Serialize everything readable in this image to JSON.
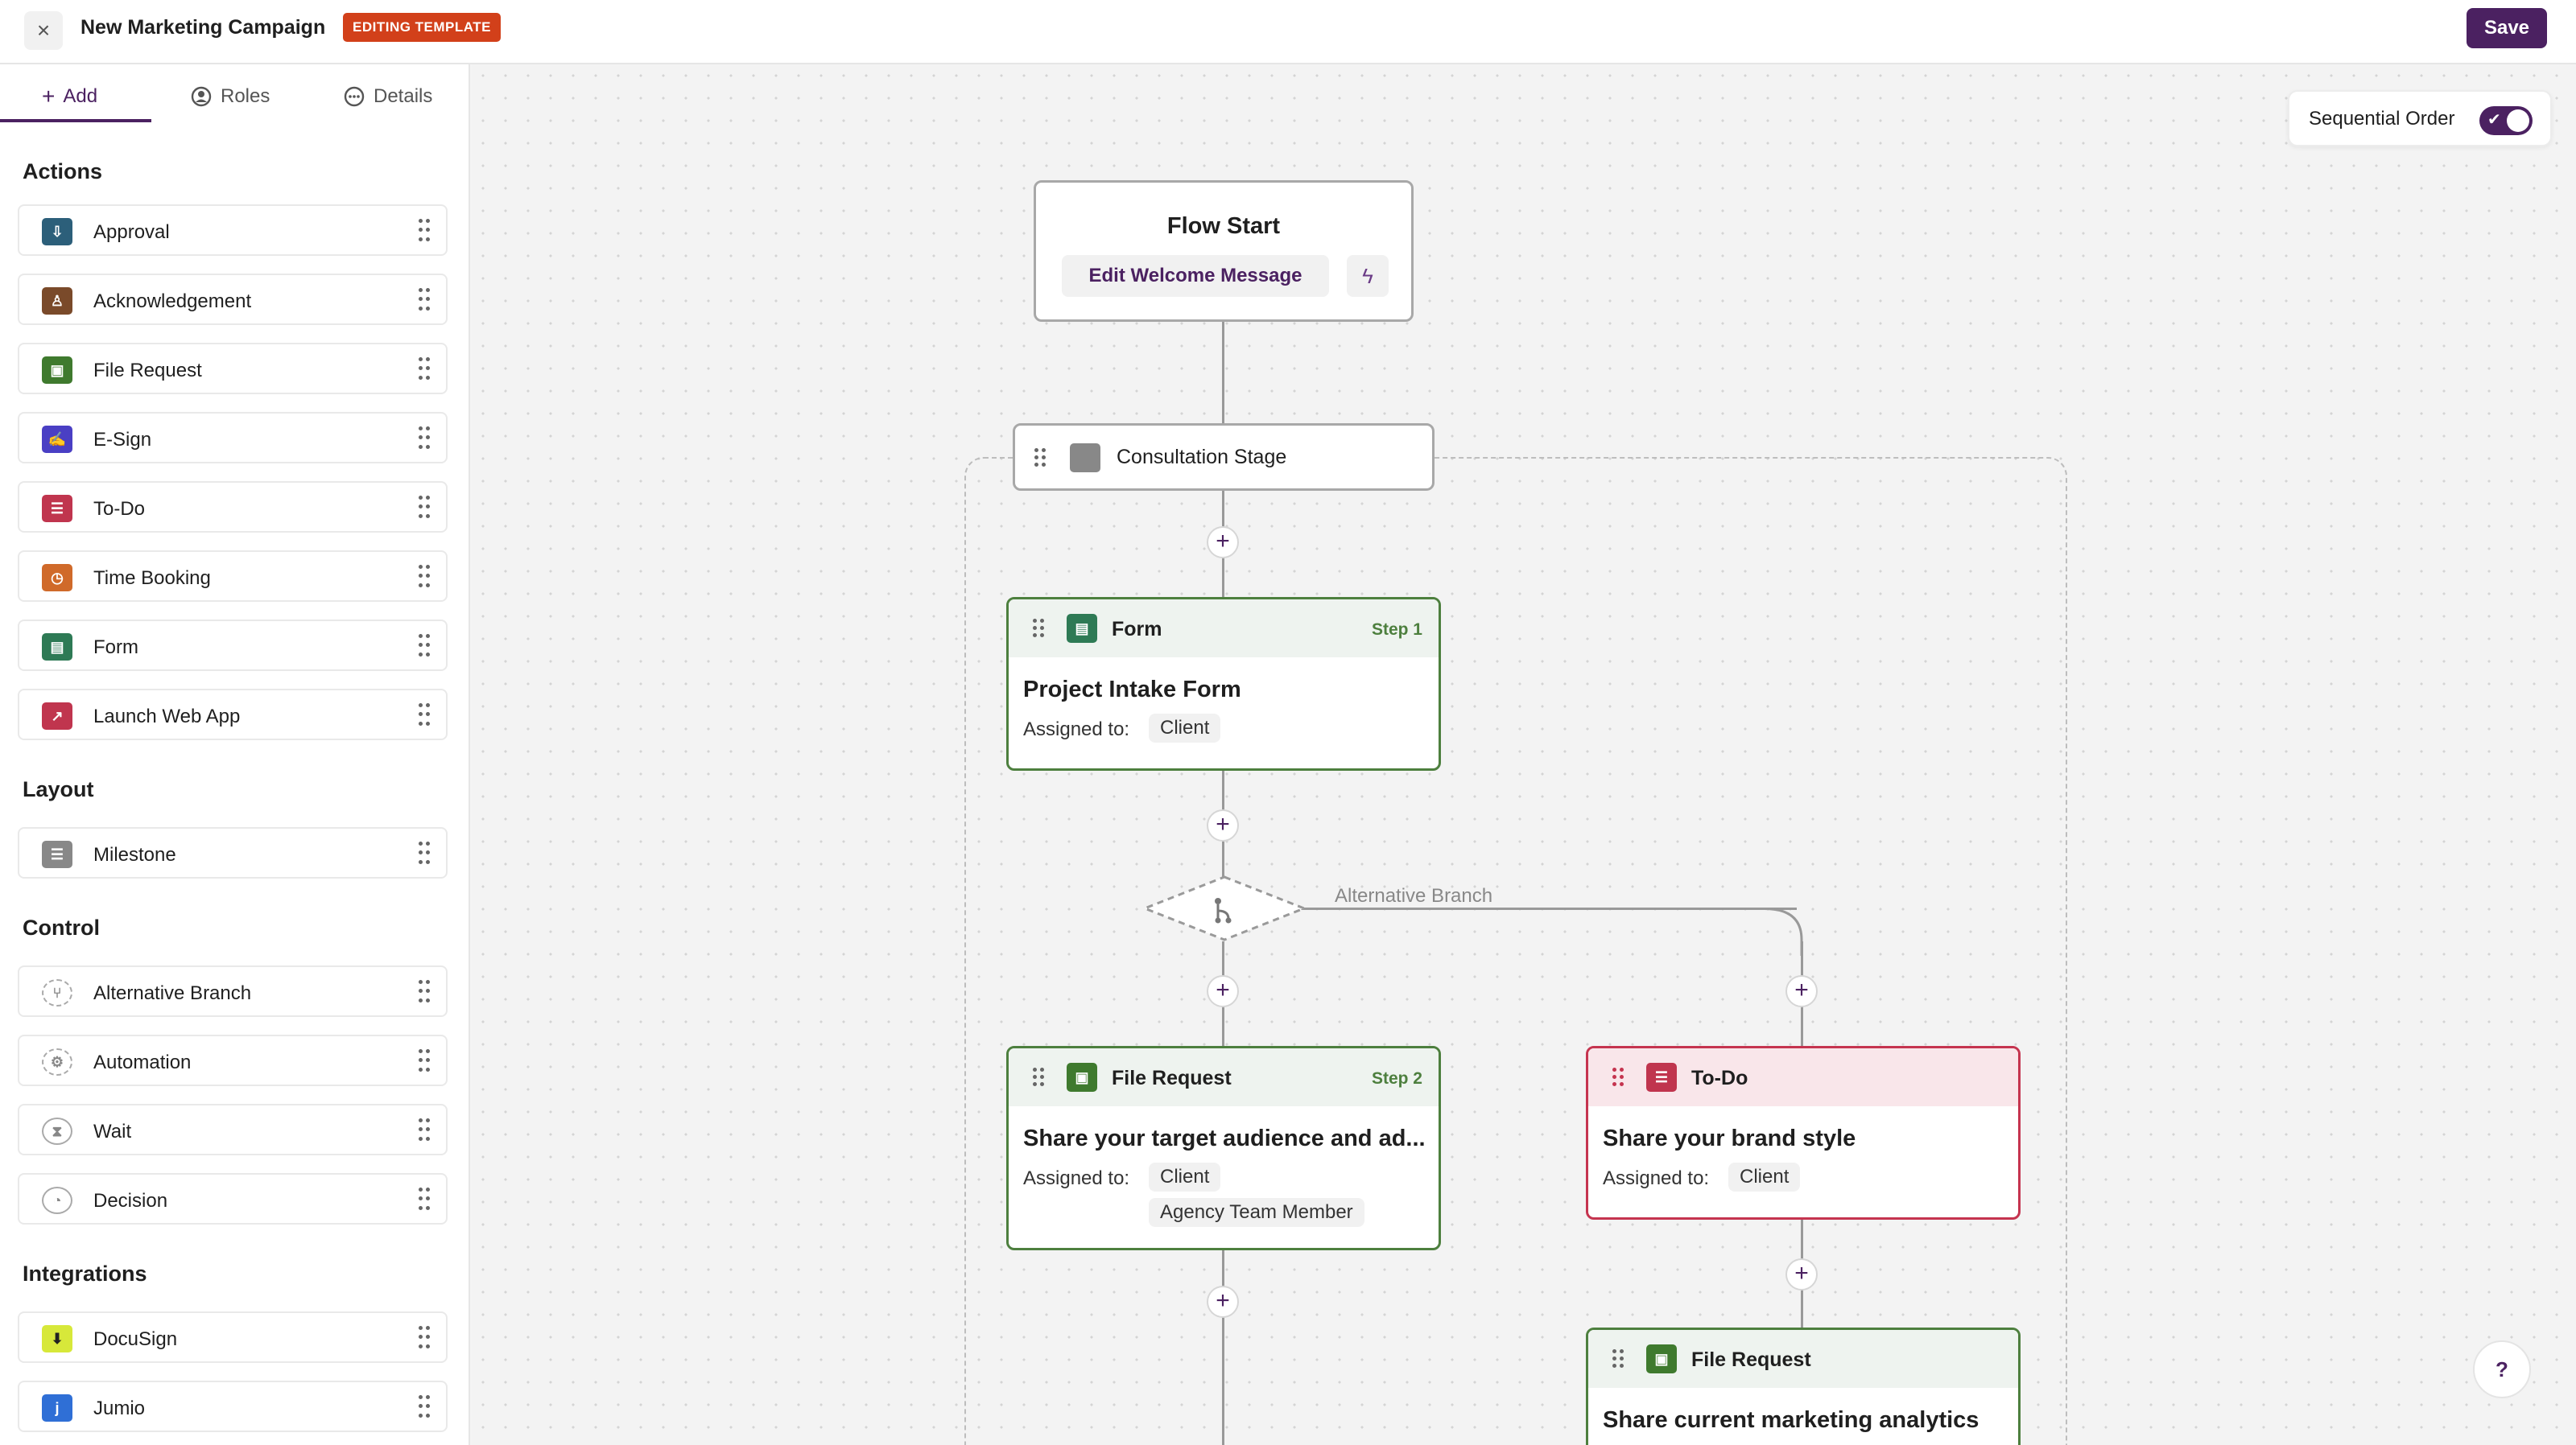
{
  "header": {
    "close_glyph": "×",
    "title": "New Marketing Campaign",
    "badge": "EDITING TEMPLATE",
    "save_label": "Save"
  },
  "sidebar": {
    "tabs": [
      {
        "label": "Add",
        "icon": "plus-icon",
        "active": true
      },
      {
        "label": "Roles",
        "icon": "user-circle-icon",
        "active": false
      },
      {
        "label": "Details",
        "icon": "info-circle-icon",
        "active": false
      }
    ],
    "sections": {
      "actions": {
        "title": "Actions",
        "items": [
          {
            "label": "Approval",
            "icon": "approval-icon",
            "color": "#2c5f7a"
          },
          {
            "label": "Acknowledgement",
            "icon": "acknowledgement-icon",
            "color": "#7a4a2a"
          },
          {
            "label": "File Request",
            "icon": "file-request-icon",
            "color": "#3f7a2e"
          },
          {
            "label": "E-Sign",
            "icon": "esign-icon",
            "color": "#4a3fc4"
          },
          {
            "label": "To-Do",
            "icon": "todo-icon",
            "color": "#c0354e"
          },
          {
            "label": "Time Booking",
            "icon": "time-booking-icon",
            "color": "#d06a2a"
          },
          {
            "label": "Form",
            "icon": "form-icon",
            "color": "#2e7a55"
          },
          {
            "label": "Launch Web App",
            "icon": "launch-web-app-icon",
            "color": "#c0354e"
          }
        ]
      },
      "layout": {
        "title": "Layout",
        "items": [
          {
            "label": "Milestone",
            "icon": "milestone-icon",
            "color": "#888888"
          }
        ]
      },
      "control": {
        "title": "Control",
        "items": [
          {
            "label": "Alternative Branch",
            "icon": "branch-icon"
          },
          {
            "label": "Automation",
            "icon": "automation-icon"
          },
          {
            "label": "Wait",
            "icon": "hourglass-icon"
          },
          {
            "label": "Decision",
            "icon": "decision-icon"
          }
        ]
      },
      "integrations": {
        "title": "Integrations",
        "items": [
          {
            "label": "DocuSign",
            "icon": "docusign-icon",
            "color": "#d7e83a"
          },
          {
            "label": "Jumio",
            "icon": "jumio-icon",
            "color": "#2f6fd6"
          }
        ]
      }
    }
  },
  "canvas": {
    "sequential_order": {
      "label": "Sequential Order",
      "enabled": true
    },
    "flow_start": {
      "title": "Flow Start",
      "welcome_button": "Edit Welcome Message"
    },
    "stage": {
      "label": "Consultation Stage"
    },
    "branch_label": "Alternative Branch",
    "steps": {
      "form": {
        "type": "Form",
        "step": "Step 1",
        "name": "Project Intake Form",
        "assigned_label": "Assigned to:",
        "assignees": [
          "Client"
        ]
      },
      "file_request": {
        "type": "File Request",
        "step": "Step 2",
        "name": "Share your target audience and ad...",
        "assigned_label": "Assigned to:",
        "assignees": [
          "Client",
          "Agency Team Member"
        ]
      },
      "todo": {
        "type": "To-Do",
        "name": "Share your brand style",
        "assigned_label": "Assigned to:",
        "assignees": [
          "Client"
        ]
      },
      "file_request_2": {
        "type": "File Request",
        "name": "Share current marketing analytics"
      }
    },
    "help_label": "?"
  },
  "colors": {
    "accent": "#4b2161",
    "badge": "#d2401a",
    "form_green": "#4d7f3e",
    "todo_red": "#c5344f"
  }
}
